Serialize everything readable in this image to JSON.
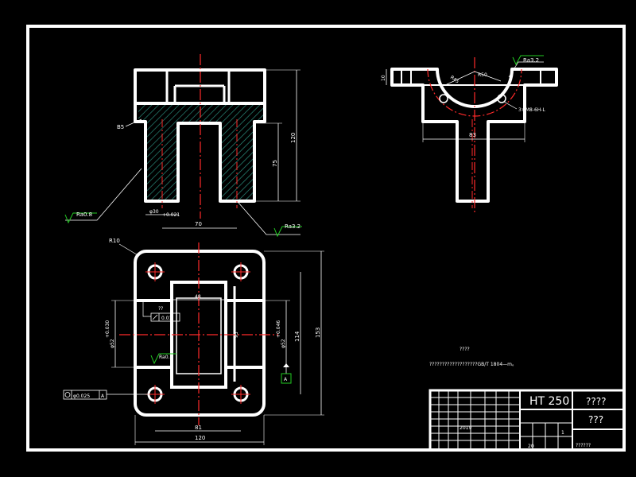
{
  "colors": {
    "background": "#000000",
    "outline": "#ffffff",
    "centerline": "#ff2a2a",
    "hatch": "#2a8a7a",
    "roughness_mark": "#22cc22"
  },
  "front_view": {
    "label_b5": "B5",
    "dim_120": "120",
    "dim_75": "75",
    "dim_70": "70",
    "dim_bore": "φ30",
    "dim_bore_tol": "+0.021",
    "roughness_left": "Ra0.8",
    "roughness_right": "Ra3.2"
  },
  "side_view": {
    "dim_10": "10",
    "dim_r45": "R45",
    "dim_r50": "R50",
    "dim_83": "83",
    "roughness": "Ra3.2",
    "holes_note": "3×M8-6H-L"
  },
  "top_view": {
    "radius": "R10",
    "dim_48": "48",
    "dim_95": "95",
    "dim_114": "114",
    "dim_153": "153",
    "dim_81": "81",
    "dim_120": "120",
    "dim_left_bore": "φ52",
    "dim_left_bore_tol": "+0.030",
    "dim_right_bore": "φ52",
    "dim_right_bore_tol": "+0.046",
    "flatness_label": "??",
    "flatness_value": "0.01",
    "roughness": "Ra0.8",
    "datum": "A",
    "position_tol": "φ0.025",
    "position_tol_datum": "A"
  },
  "notes": {
    "title": "????",
    "text": "???????????????????GB/T 1804—m。"
  },
  "title_block": {
    "material": "HT 250",
    "name": "????",
    "code": "???",
    "scale_cell": "1",
    "date_cell": "2019",
    "sheet_cell": "20",
    "bottom_note": "??????"
  }
}
